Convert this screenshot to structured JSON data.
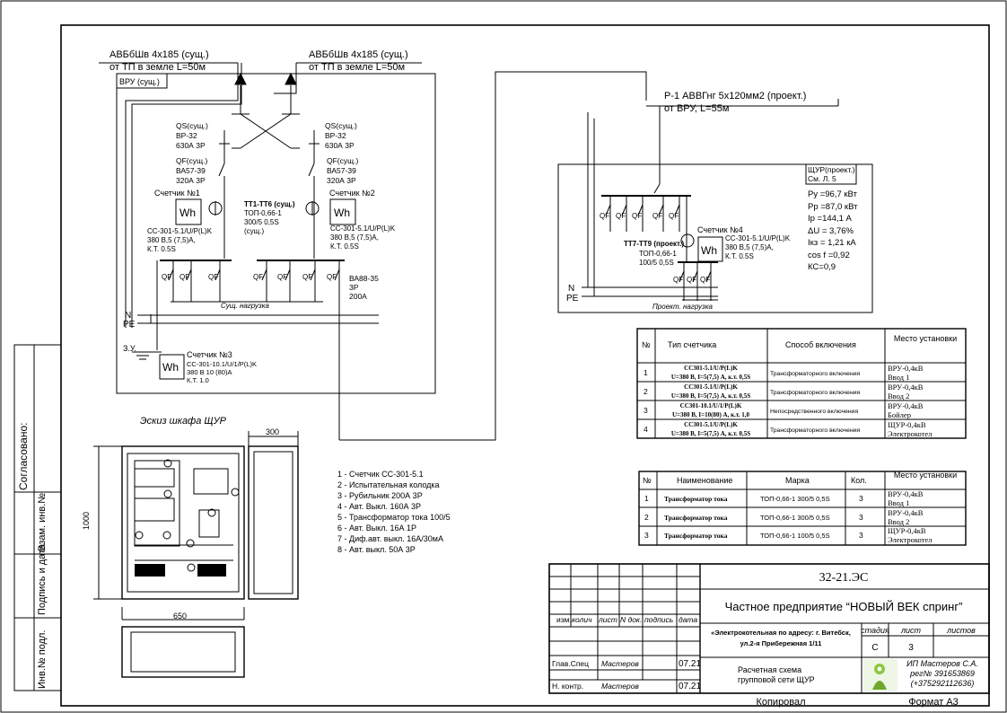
{
  "feeders": {
    "left": {
      "cable": "АВБбШв 4х185 (сущ.)",
      "route": "от ТП в земле L=50м"
    },
    "right": {
      "cable": "АВБбШв 4х185 (сущ.)",
      "route": "от ТП в земле L=50м"
    }
  },
  "vru": {
    "label": "ВРУ (сущ.)",
    "qs": [
      "QS(сущ.)",
      "ВР-32",
      "630А 3Р"
    ],
    "qf": [
      "QF(сущ.)",
      "ВА57-39",
      "320А 3Р"
    ],
    "meter1": "Счетчик №1",
    "meter2": "Счетчик №2",
    "wh": "Wh",
    "meter_spec": [
      "СС-301-5.1/U/P(L)K",
      "380 B,5 (7,5)А,",
      "К.Т. 0.5S"
    ],
    "tt": [
      "ТТ1-ТТ6 (сущ.)",
      "ТОП-0,66-1",
      "300/5 0,5S",
      "(сущ.)"
    ],
    "qf_label": "QF",
    "va88": [
      "ВА88-35",
      "3Р",
      "200А"
    ],
    "load": "Сущ. нагрузка",
    "n": "N",
    "pe": "PE",
    "zu": "З.У.",
    "meter3": "Счетчик №3",
    "meter3_spec": [
      "СС-301-10.1/U/1/P(L)K",
      "380 B 10 (80)А",
      "К.Т. 1.0"
    ]
  },
  "feeder_p1": {
    "cable": "Р-1 АВВГнг 5х120мм2 (проект.)",
    "route": "от ВРУ, L=55м"
  },
  "shur": {
    "label": [
      "ЩУР(проект.)",
      "См. Л. 5"
    ],
    "params": [
      "Ру =96,7 кВт",
      "Рр =87,0 кВт",
      "Iр =144,1 А",
      "ΔU = 3,76%",
      "Iкз = 1,21 кА",
      "cos f =0,92",
      "КС=0,9"
    ],
    "meter4": "Счетчик №4",
    "meter4_spec": [
      "СС-301-5.1/U/P(L)K",
      "380 B,5 (7,5)А,",
      "К.Т. 0.5S"
    ],
    "tt": [
      "ТТ7-ТТ9 (проект.)",
      "ТОП-0,66-1",
      "100/5 0,5S"
    ],
    "load": "Проект. нагрузка",
    "n": "N",
    "pe": "PE"
  },
  "meters_table": {
    "headers": [
      "№",
      "Тип счетчика",
      "Способ включения",
      "Место установки"
    ],
    "rows": [
      [
        "1",
        "СС301-5.1/U/P(L)K",
        "U=380 B, I=5(7,5) А, к.т. 0,5S",
        "Трансформаторного включения",
        "ВРУ-0,4кВ",
        "Ввод 1"
      ],
      [
        "2",
        "СС301-5.1/U/P(L)K",
        "U=380 B, I=5(7,5) А, к.т. 0,5S",
        "Трансформаторного включения",
        "ВРУ-0,4кВ",
        "Ввод 2"
      ],
      [
        "3",
        "СС301-10.1/U/1/P(L)K",
        "U=380 B, I=10(80) А, к.т. 1,0",
        "Непосредственного включения",
        "ВРУ-0,4кВ",
        "Бойлер"
      ],
      [
        "4",
        "СС301-5.1/U/P(L)K",
        "U=380 B, I=5(7,5) А, к.т. 0,5S",
        "Трансформаторного включения",
        "ЩУР-0,4кВ",
        "Электрокотел"
      ]
    ]
  },
  "tt_table": {
    "headers": [
      "№",
      "Наименование",
      "Марка",
      "Кол.",
      "Место установки"
    ],
    "rows": [
      [
        "1",
        "Трансформатор тока",
        "ТОП-0,66-1 300/5 0,5S",
        "3",
        "ВРУ-0,4кВ",
        "Ввод 1"
      ],
      [
        "2",
        "Трансформатор тока",
        "ТОП-0,66-1 300/5 0,5S",
        "3",
        "ВРУ-0,4кВ",
        "Ввод 2"
      ],
      [
        "3",
        "Трансформатор тока",
        "ТОП-0,66-1 100/5 0,5S",
        "3",
        "ЩУР-0,4кВ",
        "Электрокотел"
      ]
    ]
  },
  "sketch": {
    "title": "Эскиз шкафа ЩУР",
    "dims": {
      "height": "1000",
      "width": "650",
      "depth": "300"
    }
  },
  "legend": [
    "1 - Счетчик СС-301-5.1",
    "2 - Испытательная колодка",
    "3 - Рубильник 200А 3Р",
    "4 - Авт. Выкл. 160А 3Р",
    "5 - Трансформатор тока 100/5",
    "6 - Авт. Выкл. 16А 1Р",
    "7 - Диф.авт. выкл. 16А/30мА",
    "8 - Авт. выкл. 50А 3Р"
  ],
  "side_stamp": [
    "Согласовано:",
    "Взам. инв.№",
    "Подпись и дата",
    "Инв.№ подл."
  ],
  "title_block": {
    "code": "32-21.ЭС",
    "company": "Частное предприятие “НОВЫЙ ВЕК спринг”",
    "object": [
      "«Электрокотельная по адресу: г. Витебск,",
      "ул.2-я Прибережная 1/11"
    ],
    "stage_hdr": "стадия",
    "sheet_hdr": "лист",
    "sheets_hdr": "листов",
    "stage": "С",
    "sheet": "3",
    "sheets": "",
    "doc_title": [
      "Расчетная схема",
      "групповой сети ЩУР"
    ],
    "author": [
      "ИП Мастеров С.А.",
      "рег№ 391653869",
      "(+375292112636)"
    ],
    "cols": [
      "изм.",
      "колич",
      "лист",
      "N док.",
      "подпись",
      "дата"
    ],
    "row1": [
      "Глав.Спец",
      "Мастеров",
      "07.21"
    ],
    "row2": [
      "Н. контр.",
      "Мастеров",
      "07.21"
    ],
    "copied": "Копировал",
    "format": "Формат А3"
  }
}
